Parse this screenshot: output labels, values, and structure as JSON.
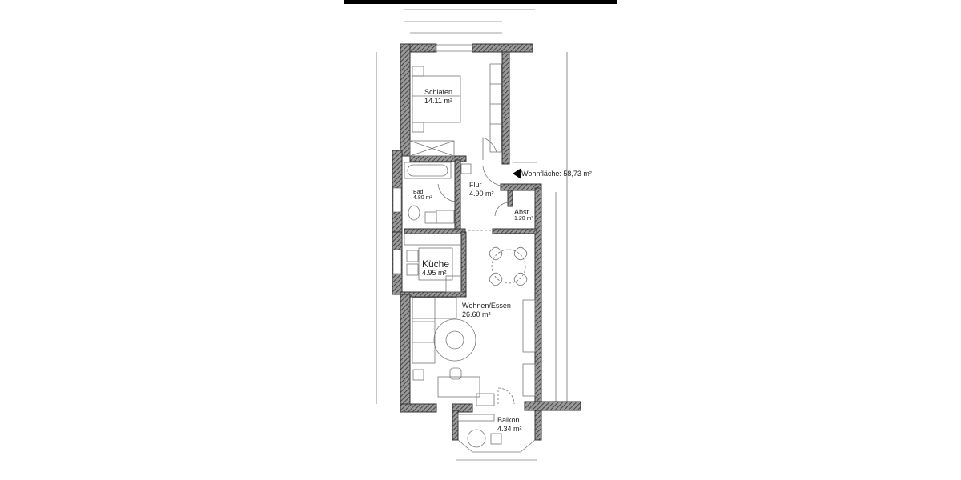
{
  "plan": {
    "total_area_label": "Wohnfläche: 58,73 m²",
    "rooms": [
      {
        "name": "Schlafen",
        "area": "14.11 m²"
      },
      {
        "name": "Bad",
        "area": "4.80 m²"
      },
      {
        "name": "Flur",
        "area": "4.90 m²"
      },
      {
        "name": "Abst.",
        "area": "1.20 m²"
      },
      {
        "name": "Küche",
        "area": "4.95 m²"
      },
      {
        "name": "Wohnen/Essen",
        "area": "26.60 m²"
      },
      {
        "name": "Balkon",
        "area": "4.34 m²"
      }
    ]
  },
  "colors": {
    "wall": "#555555",
    "line": "#777777",
    "header_bar": "#000000"
  }
}
